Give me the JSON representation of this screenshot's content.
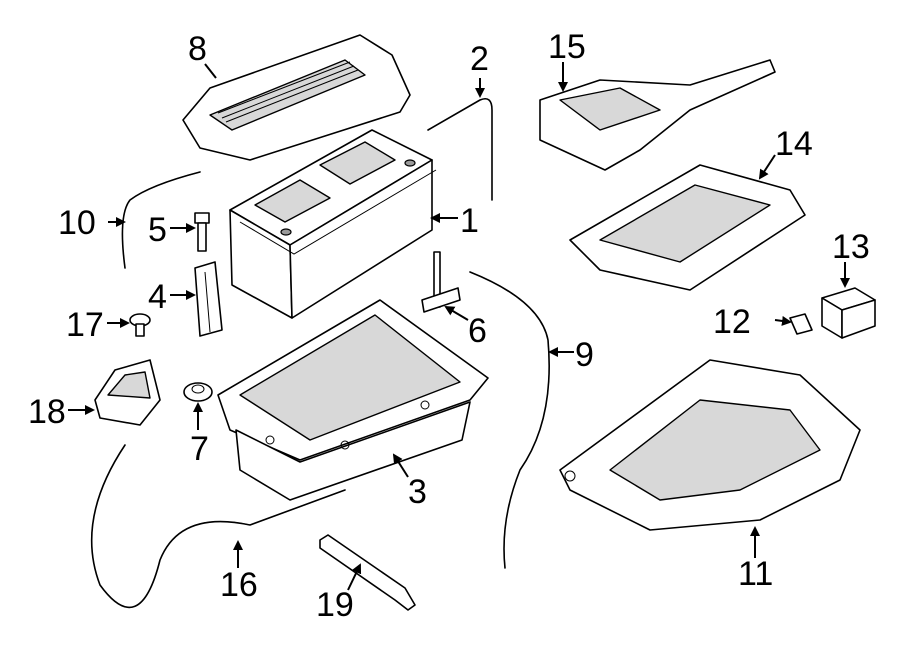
{
  "diagram": {
    "callouts": [
      "1",
      "2",
      "3",
      "4",
      "5",
      "6",
      "7",
      "8",
      "9",
      "10",
      "11",
      "12",
      "13",
      "14",
      "15",
      "16",
      "17",
      "18",
      "19"
    ]
  },
  "colors": {
    "line": "#000000",
    "background": "#ffffff",
    "shade": "#d8d8d8"
  }
}
